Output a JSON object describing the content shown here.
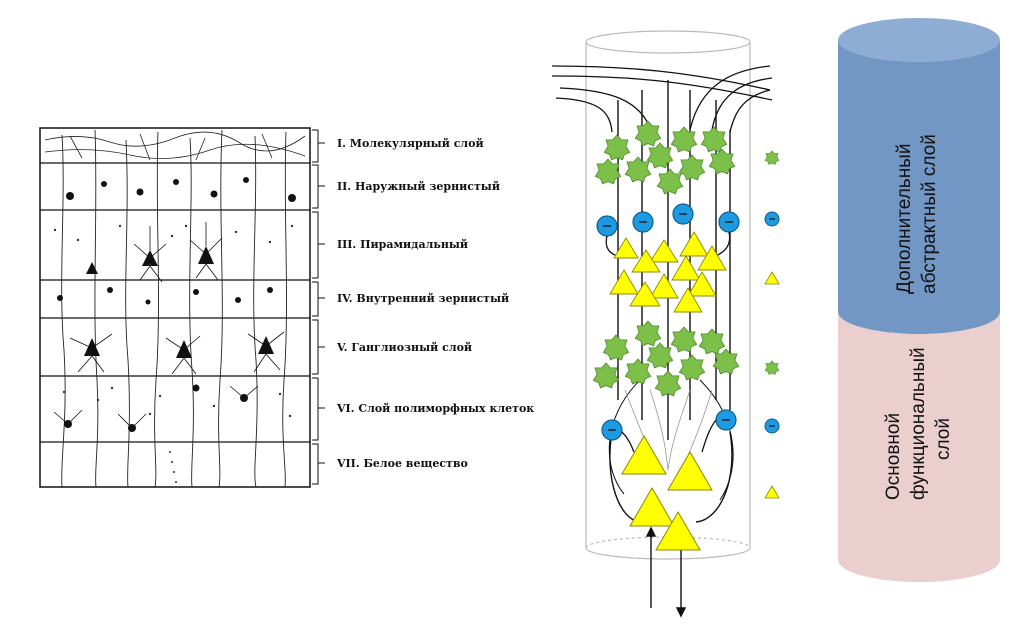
{
  "cortex_layers": [
    {
      "label": "I. Молекулярный слой"
    },
    {
      "label": "II. Наружный зернистый"
    },
    {
      "label": "III. Пирамидальный"
    },
    {
      "label": "IV. Внутренний зернистый"
    },
    {
      "label": "V. Ганглиозный слой"
    },
    {
      "label": "VI. Слой полиморфных клеток"
    },
    {
      "label": "VII. Белое вещество"
    }
  ],
  "abstraction_cylinder": {
    "upper": {
      "lines": [
        "Дополнительный",
        "абстрактный слой"
      ],
      "color": "#7397c4"
    },
    "lower": {
      "lines": [
        "Основной",
        "функциональный",
        "слой"
      ],
      "color": "#ebcfcf"
    }
  },
  "neuron_symbols": {
    "star_color": "#7cc04a",
    "inhibitory_color": "#1e9be0",
    "inhibitory_sign": "-",
    "pyramid_color": "#ffff00"
  }
}
